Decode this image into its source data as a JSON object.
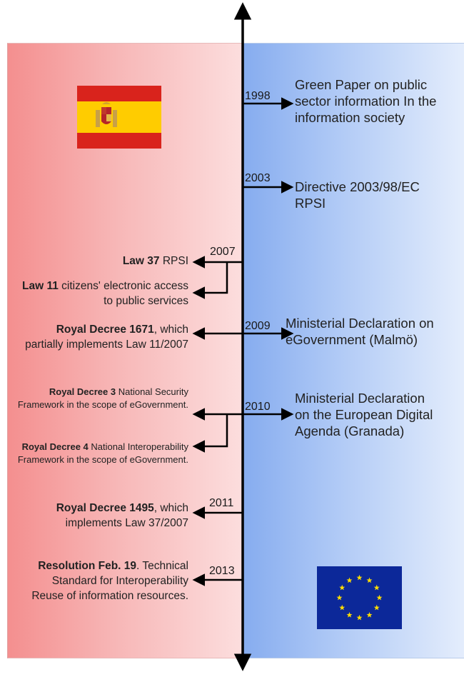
{
  "eu_events": [
    {
      "year": "1998",
      "text": "Green Paper on public sector information In the information society"
    },
    {
      "year": "2003",
      "text": "Directive 2003/98/EC RPSI"
    },
    {
      "year": "2009",
      "text": "Ministerial Declaration on eGovernment (Malmö)"
    },
    {
      "year": "2010",
      "text": "Ministerial Declaration on the European Digital Agenda (Granada)"
    }
  ],
  "spain_events": [
    {
      "year": "2007",
      "items": [
        {
          "bold": "Law 37",
          "text": " RPSI"
        },
        {
          "bold": "Law 11",
          "text": " citizens' electronic access to public services"
        }
      ]
    },
    {
      "year": "2009",
      "items": [
        {
          "bold": "Royal Decree 1671",
          "text": ", which partially implements Law 11/2007"
        }
      ]
    },
    {
      "year": "2010",
      "items": [
        {
          "bold": "Royal Decree 3",
          "text": "  National Security Framework in the scope of eGovernment."
        },
        {
          "bold": "Royal Decree  4",
          "text": " National Interoperability Framework in the scope of eGovernment."
        }
      ]
    },
    {
      "year": "2011",
      "items": [
        {
          "bold": "Royal Decree 1495",
          "text": ", which implements Law 37/2007"
        }
      ]
    },
    {
      "year": "2013",
      "items": [
        {
          "bold": "Resolution Feb. 19",
          "text": ". Technical Standard for Interoperability Reuse of information resources."
        }
      ]
    }
  ],
  "colors": {
    "spain_red": "#d9231c",
    "spain_yellow": "#ffcc00",
    "eu_blue": "#0c2899",
    "eu_star": "#ffdd00"
  }
}
